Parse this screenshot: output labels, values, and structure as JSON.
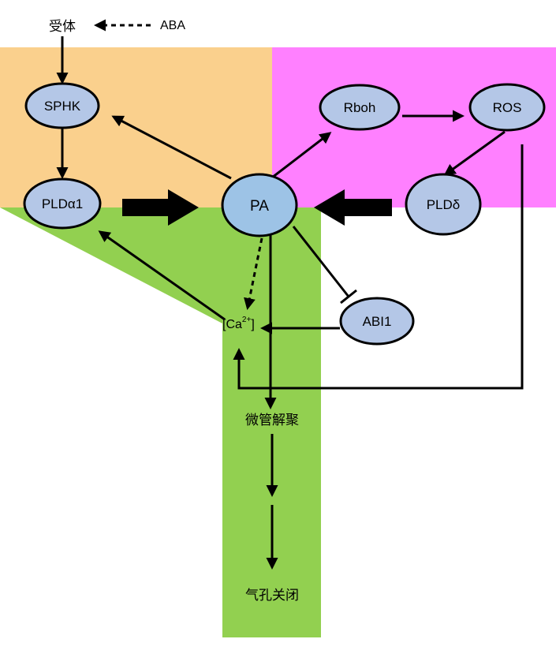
{
  "nodes": {
    "receptor": "受体",
    "aba": "ABA",
    "sphk": "SPHK",
    "pld_alpha1": "PLDα1",
    "pa": "PA",
    "rboh": "Rboh",
    "ros": "ROS",
    "pld_delta": "PLDδ",
    "abi1": "ABI1",
    "ca_open": "[Ca",
    "ca_sup": "2+",
    "ca_close": "]",
    "microtubule": "微管解聚",
    "stomatal_closure": "气孔关闭"
  },
  "colors": {
    "orange_region": "#fad08d",
    "magenta_region": "#ff80ff",
    "green_region": "#92d050",
    "node_fill": "#b4c7e7",
    "pa_fill": "#9dc3e6"
  }
}
